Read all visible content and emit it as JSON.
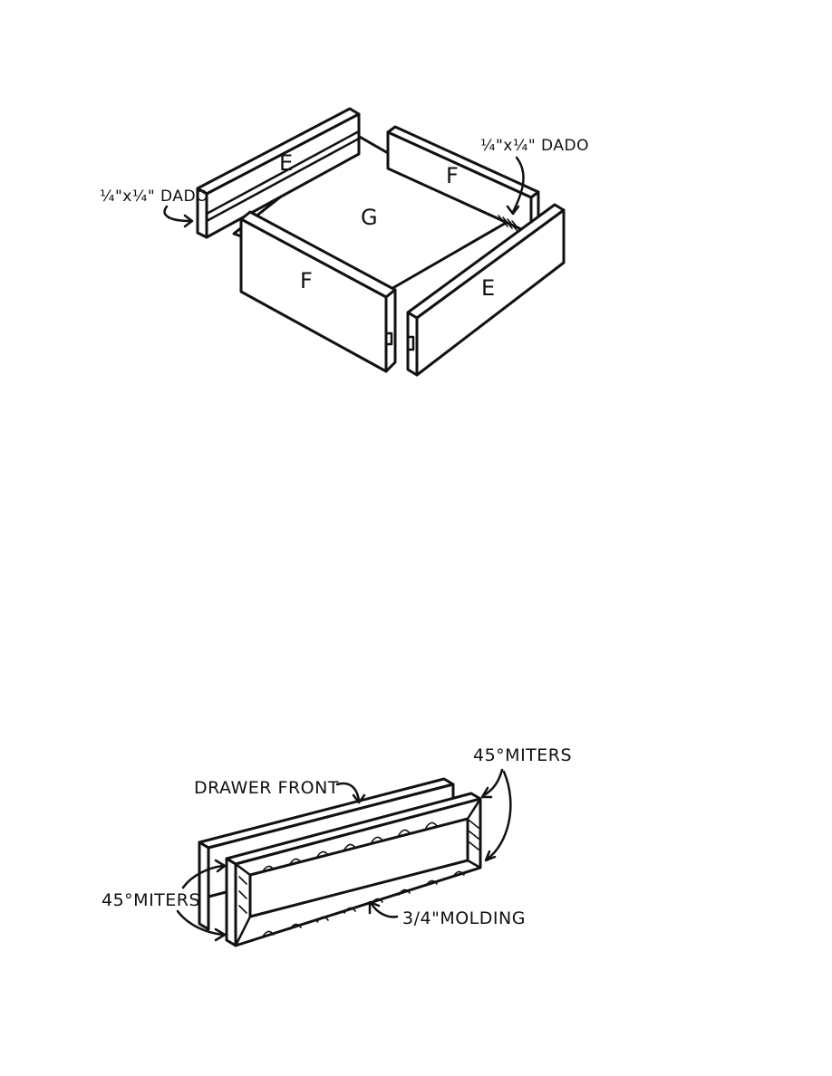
{
  "drawer_box": {
    "label_side_back": "E",
    "label_side_front": "E",
    "label_end_back": "F",
    "label_end_front": "F",
    "label_bottom": "G",
    "dado_left": "¼\"x¼\" DADO",
    "dado_right": "¼\"x¼\" DADO"
  },
  "drawer_front": {
    "label_front": "DRAWER FRONT",
    "label_miters_right": "45°MITERS",
    "label_miters_left": "45°MITERS",
    "label_molding": "3/4\"MOLDING"
  }
}
